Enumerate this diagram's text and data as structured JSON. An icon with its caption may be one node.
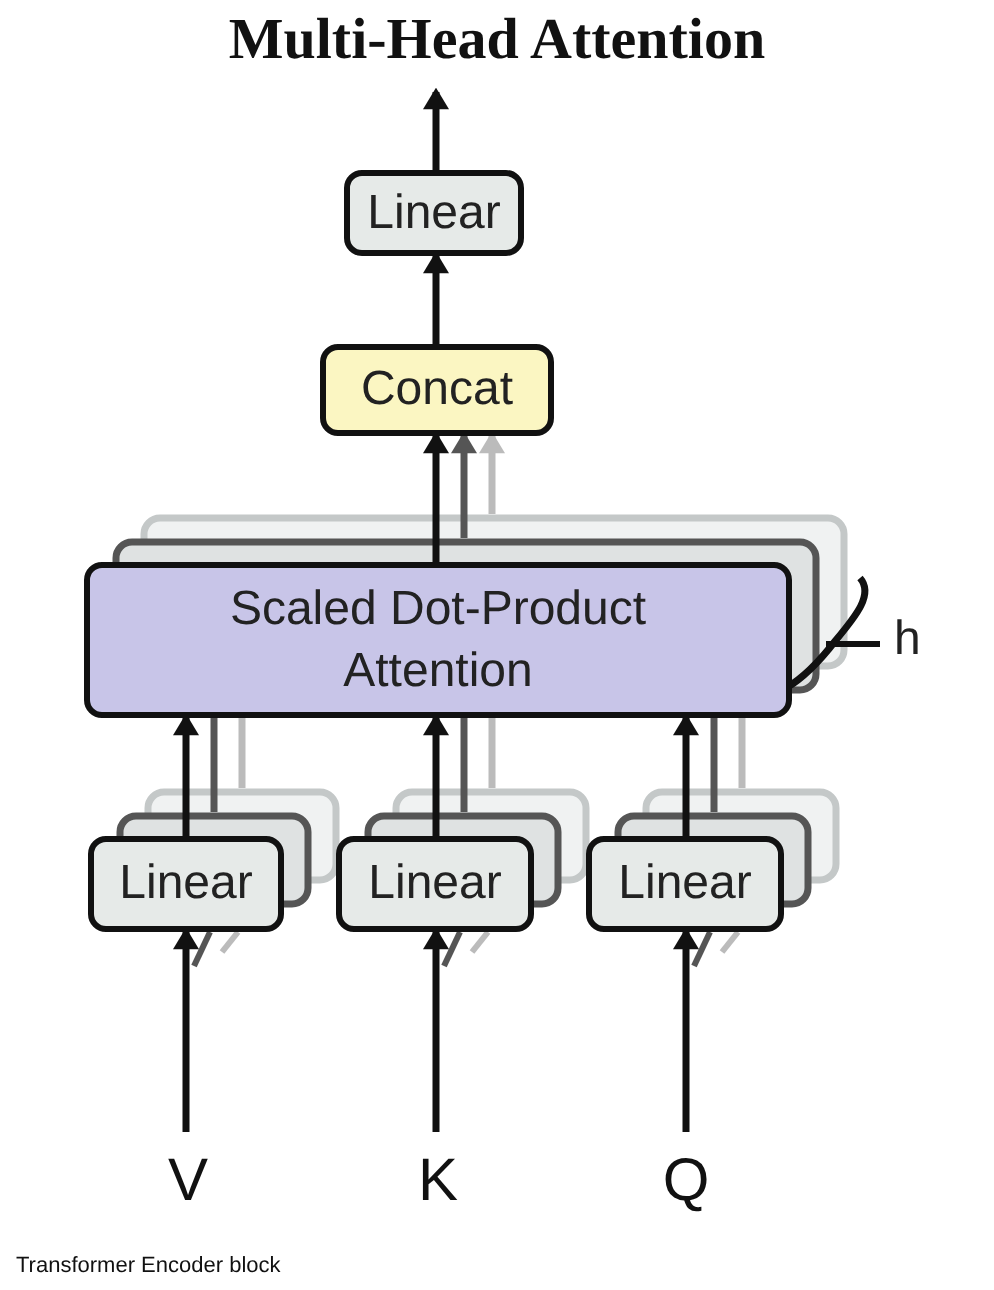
{
  "diagram": {
    "title": "Multi-Head Attention",
    "caption": "Transformer Encoder block",
    "nodes": [
      {
        "text": [
          "Linear"
        ]
      },
      {
        "text": [
          "Concat"
        ]
      },
      {
        "text": [
          "Scaled Dot-Product Attention"
        ]
      },
      {
        "text": [
          "Linear"
        ]
      },
      {
        "text": [
          "Linear"
        ]
      },
      {
        "text": [
          "Linear"
        ]
      },
      {
        "text": [
          "V"
        ]
      },
      {
        "text": [
          "K"
        ]
      },
      {
        "text": [
          "Q"
        ]
      }
    ],
    "edges": [
      {
        "from": 6,
        "to": 3,
        "arrow": "to"
      },
      {
        "from": 7,
        "to": 4,
        "arrow": "to"
      },
      {
        "from": 8,
        "to": 5,
        "arrow": "to"
      },
      {
        "from": 3,
        "to": 2,
        "arrow": "to"
      },
      {
        "from": 4,
        "to": 2,
        "arrow": "to"
      },
      {
        "from": 5,
        "to": 2,
        "arrow": "to"
      },
      {
        "from": 2,
        "to": 1,
        "arrow": "to"
      },
      {
        "from": 1,
        "to": 0,
        "arrow": "to"
      },
      {
        "from": 0,
        "to": null,
        "arrow": "to"
      },
      {
        "from": 2,
        "to": 1,
        "arrow": "to",
        "color": "#555555"
      },
      {
        "from": 2,
        "to": 1,
        "arrow": "to",
        "color": "#bbbbbb"
      },
      {
        "from": 3,
        "to": 2,
        "arrow": "none",
        "color": "#555555"
      },
      {
        "from": 3,
        "to": 2,
        "arrow": "none",
        "color": "#bbbbbb"
      },
      {
        "from": 4,
        "to": 2,
        "arrow": "none",
        "color": "#555555"
      },
      {
        "from": 4,
        "to": 2,
        "arrow": "none",
        "color": "#bbbbbb"
      },
      {
        "from": 5,
        "to": 2,
        "arrow": "none",
        "color": "#555555"
      },
      {
        "from": 5,
        "to": 2,
        "arrow": "none",
        "color": "#bbbbbb"
      }
    ],
    "labels": [
      "h"
    ]
  }
}
